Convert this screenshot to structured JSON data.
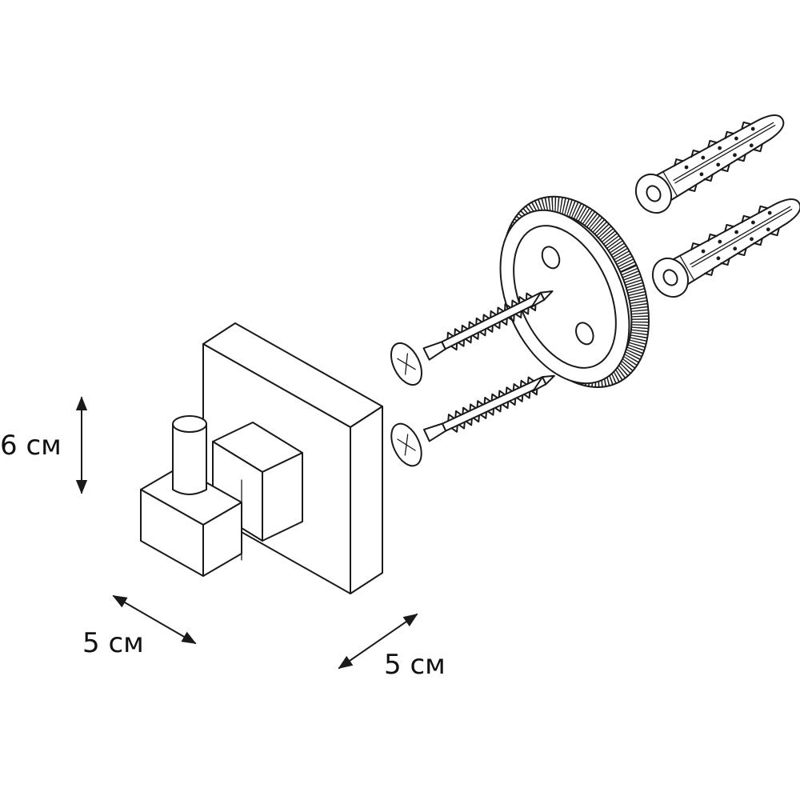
{
  "dimensions": {
    "height_label": "6 см",
    "width_label": "5 см",
    "depth_label": "5 см"
  },
  "colors": {
    "line": "#1a1a1a",
    "background": "#ffffff"
  }
}
